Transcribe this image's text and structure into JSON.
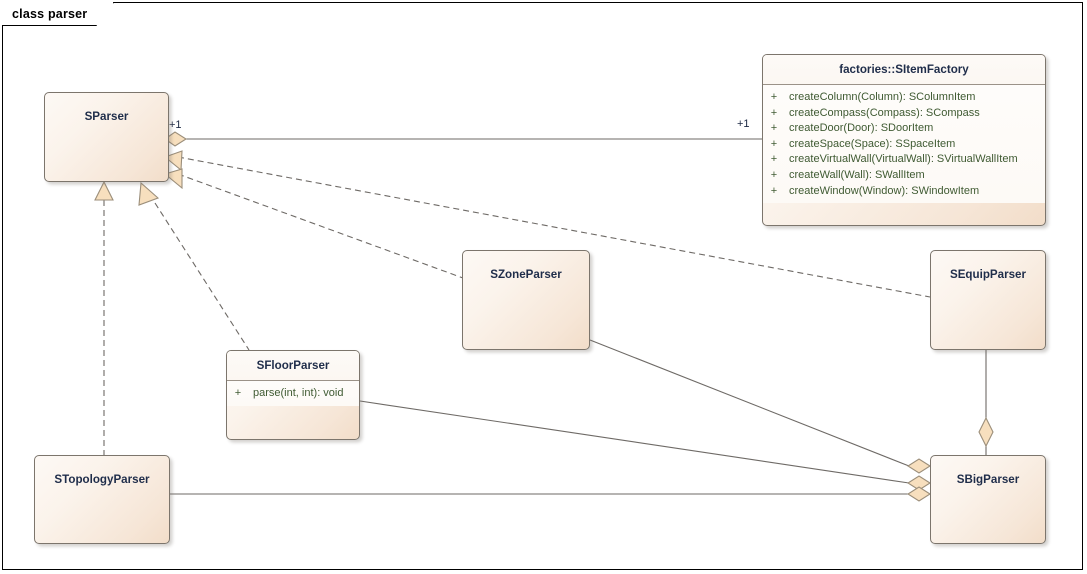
{
  "frame": {
    "label": "class parser"
  },
  "classes": [
    {
      "id": "sparser",
      "name": "SParser"
    },
    {
      "id": "sitemfactory",
      "name": "factories::SItemFactory",
      "methods": [
        {
          "visibility": "+",
          "signature": "createColumn(Column): SColumnItem"
        },
        {
          "visibility": "+",
          "signature": "createCompass(Compass): SCompass"
        },
        {
          "visibility": "+",
          "signature": "createDoor(Door): SDoorItem"
        },
        {
          "visibility": "+",
          "signature": "createSpace(Space): SSpaceItem"
        },
        {
          "visibility": "+",
          "signature": "createVirtualWall(VirtualWall): SVirtualWallItem"
        },
        {
          "visibility": "+",
          "signature": "createWall(Wall): SWallItem"
        },
        {
          "visibility": "+",
          "signature": "createWindow(Window): SWindowItem"
        }
      ]
    },
    {
      "id": "szoneparser",
      "name": "SZoneParser"
    },
    {
      "id": "sequipparser",
      "name": "SEquipParser"
    },
    {
      "id": "sfloorparser",
      "name": "SFloorParser",
      "methods": [
        {
          "visibility": "+",
          "signature": "parse(int, int): void"
        }
      ]
    },
    {
      "id": "stopologyparser",
      "name": "STopologyParser"
    },
    {
      "id": "sbigparser",
      "name": "SBigParser"
    }
  ],
  "multiplicities": [
    {
      "id": "mult-sparser-factory-source",
      "text": "+1"
    },
    {
      "id": "mult-factory-target",
      "text": "+1"
    }
  ],
  "relationships": [
    {
      "id": "rel-sparser-sitemfactory",
      "type": "aggregation",
      "from": "SParser",
      "to": "factories::SItemFactory",
      "source_multiplicity": "+1",
      "target_multiplicity": "+1"
    },
    {
      "id": "rel-sparser-sequipparser",
      "type": "dependency",
      "from": "SEquipParser",
      "to": "SParser"
    },
    {
      "id": "rel-sparser-szoneparser",
      "type": "dependency",
      "from": "SZoneParser",
      "to": "SParser"
    },
    {
      "id": "rel-stopology-sparser",
      "type": "realization",
      "from": "STopologyParser",
      "to": "SParser"
    },
    {
      "id": "rel-sfloor-sparser",
      "type": "realization",
      "from": "SFloorParser",
      "to": "SParser"
    },
    {
      "id": "rel-szone-sbig",
      "type": "aggregation",
      "from": "SZoneParser",
      "to": "SBigParser"
    },
    {
      "id": "rel-sfloor-sbig",
      "type": "aggregation",
      "from": "SFloorParser",
      "to": "SBigParser"
    },
    {
      "id": "rel-stopology-sbig",
      "type": "aggregation",
      "from": "STopologyParser",
      "to": "SBigParser"
    },
    {
      "id": "rel-sequip-sbig",
      "type": "aggregation",
      "from": "SEquipParser",
      "to": "SBigParser"
    }
  ],
  "colors": {
    "canvas": "#ffffff",
    "frame_border": "#000000",
    "class_border": "#7c756c",
    "class_fill_light": "#fdf9f5",
    "class_fill_deep": "#f2ddc9",
    "title_text": "#1f2d4a",
    "member_text": "#3f5a32",
    "connector": "#6e6a66",
    "adornment_fill": "#f7dfbe"
  }
}
